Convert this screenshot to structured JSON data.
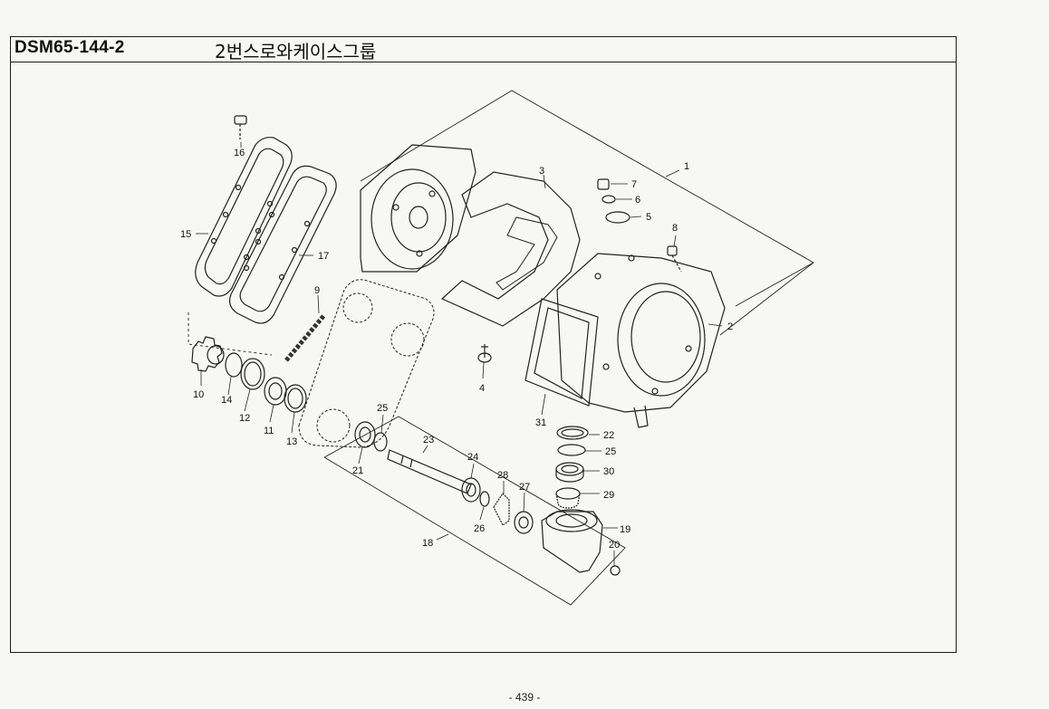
{
  "header": {
    "code": "DSM65-144-2",
    "title": "2번스로와케이스그룹"
  },
  "page_number": "- 439 -",
  "callouts": [
    {
      "id": "c1",
      "label": "1"
    },
    {
      "id": "c2",
      "label": "2"
    },
    {
      "id": "c3",
      "label": "3"
    },
    {
      "id": "c4",
      "label": "4"
    },
    {
      "id": "c5",
      "label": "5"
    },
    {
      "id": "c6",
      "label": "6"
    },
    {
      "id": "c7",
      "label": "7"
    },
    {
      "id": "c8",
      "label": "8"
    },
    {
      "id": "c9",
      "label": "9"
    },
    {
      "id": "c10",
      "label": "10"
    },
    {
      "id": "c11",
      "label": "11"
    },
    {
      "id": "c12",
      "label": "12"
    },
    {
      "id": "c13",
      "label": "13"
    },
    {
      "id": "c14",
      "label": "14"
    },
    {
      "id": "c15",
      "label": "15"
    },
    {
      "id": "c16",
      "label": "16"
    },
    {
      "id": "c17",
      "label": "17"
    },
    {
      "id": "c18",
      "label": "18"
    },
    {
      "id": "c19",
      "label": "19"
    },
    {
      "id": "c20",
      "label": "20"
    },
    {
      "id": "c21",
      "label": "21"
    },
    {
      "id": "c22",
      "label": "22"
    },
    {
      "id": "c23",
      "label": "23"
    },
    {
      "id": "c24",
      "label": "24"
    },
    {
      "id": "c25a",
      "label": "25"
    },
    {
      "id": "c25b",
      "label": "25"
    },
    {
      "id": "c26",
      "label": "26"
    },
    {
      "id": "c27",
      "label": "27"
    },
    {
      "id": "c28",
      "label": "28"
    },
    {
      "id": "c29",
      "label": "29"
    },
    {
      "id": "c30",
      "label": "30"
    },
    {
      "id": "c31",
      "label": "31"
    }
  ]
}
